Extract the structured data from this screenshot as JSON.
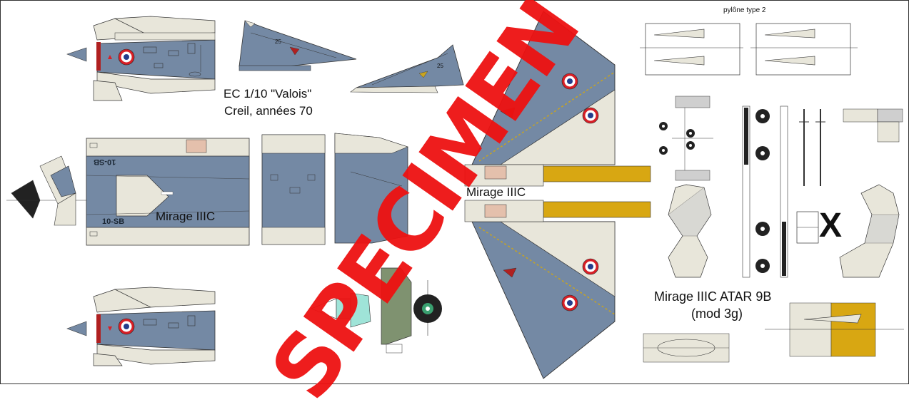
{
  "title": "Mirage IIIC",
  "labels": {
    "unit": "EC 1/10 \"Valois\"",
    "base": "Creil, années 70",
    "fuselage_name": "Mirage IIIC",
    "wing_name": "Mirage IIIC",
    "engine_line1": "Mirage IIIC ATAR 9B",
    "engine_line2": "(mod 3g)",
    "pylon": "pylône type 2",
    "code_top": "10-SB",
    "code_bottom": "10-SB",
    "tail_number_1": "25",
    "tail_number_2": "25",
    "cross_mark": "X",
    "watermark": "SPECIMEN"
  },
  "colors": {
    "blue_grey": "#7489a4",
    "cream": "#e8e6da",
    "sand": "#e4c0ac",
    "ochre": "#d8a712",
    "mint": "#9fe4d8",
    "olive": "#7f9270",
    "light_grey": "#cfcfcf",
    "dark": "#222222",
    "roundel_blue": "#233c8c",
    "roundel_red": "#d81f26",
    "watermark_red": "#ee1111"
  }
}
